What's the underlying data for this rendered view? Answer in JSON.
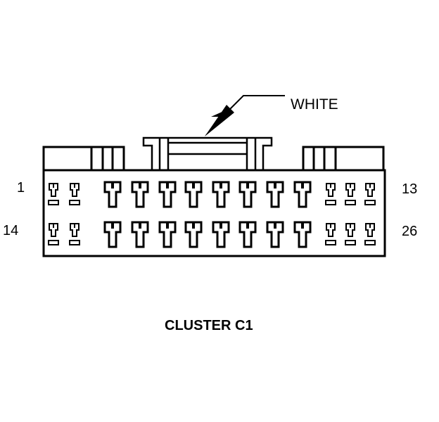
{
  "connector": {
    "name": "CLUSTER C1",
    "color_callout": "WHITE",
    "pin_labels": {
      "top_left": "1",
      "top_right": "13",
      "bottom_left": "14",
      "bottom_right": "26"
    },
    "pin_count": 26,
    "pins_per_row": 13
  },
  "colors": {
    "line": "#000000",
    "background": "#ffffff"
  }
}
